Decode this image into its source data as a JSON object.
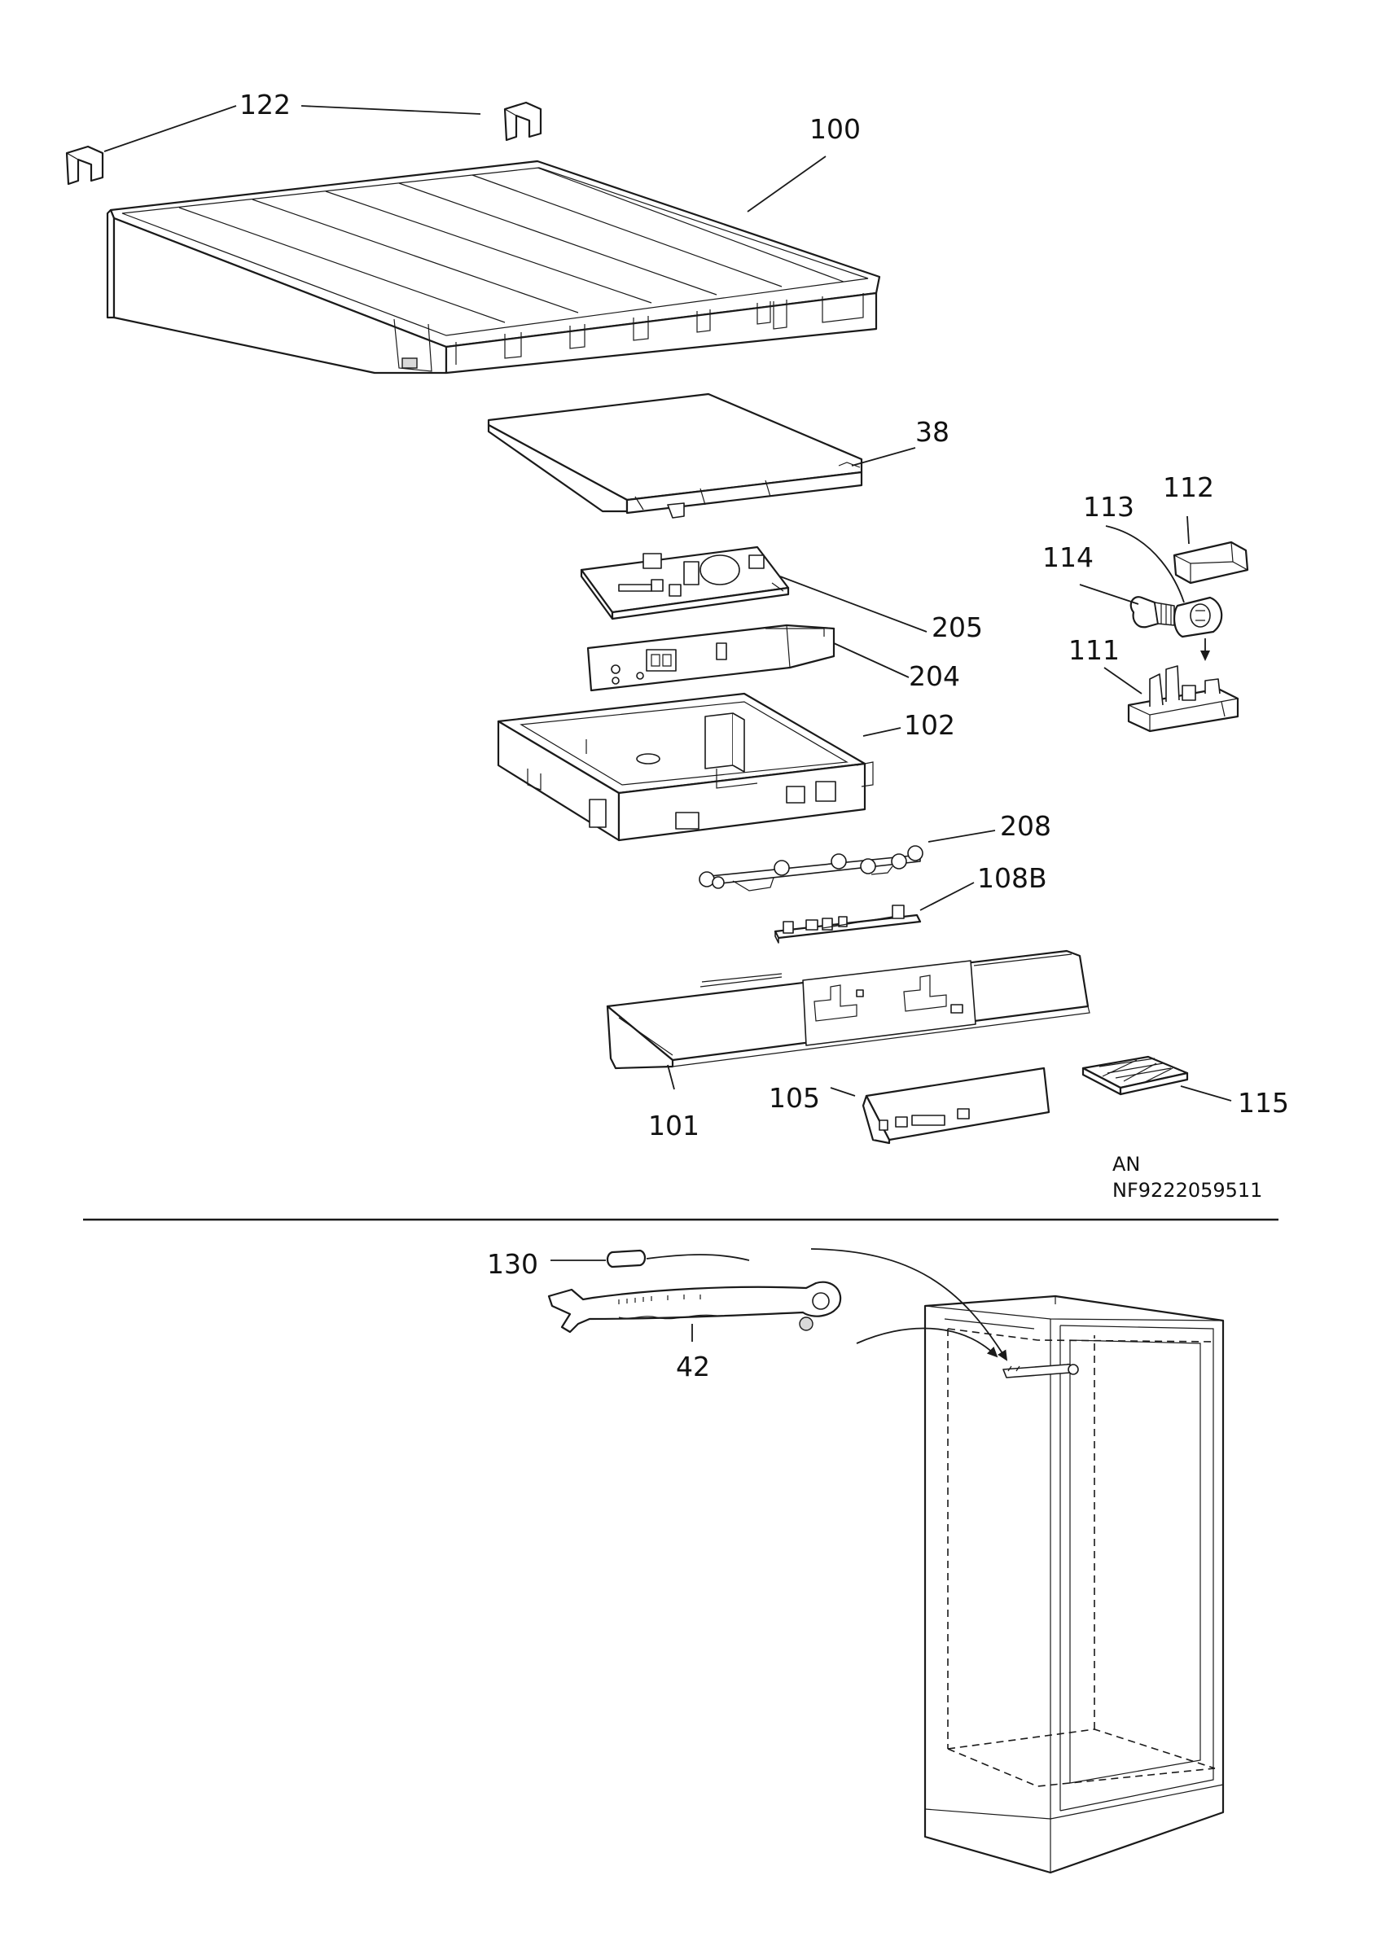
{
  "callouts": {
    "c122": "122",
    "c100": "100",
    "c38": "38",
    "c112": "112",
    "c113": "113",
    "c114": "114",
    "c205": "205",
    "c204": "204",
    "c111": "111",
    "c102": "102",
    "c208": "208",
    "c108B": "108B",
    "c105": "105",
    "c101": "101",
    "c115": "115",
    "c130": "130",
    "c42": "42"
  },
  "document_code": {
    "line1": "AN",
    "line2": "NF9222059511"
  },
  "colors": {
    "ink": "#1a1a1a",
    "background": "#ffffff"
  }
}
